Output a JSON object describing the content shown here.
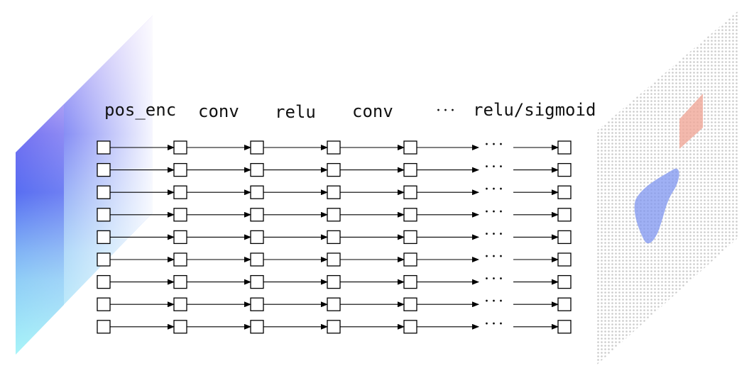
{
  "diagram": {
    "layer_labels": [
      "pos_enc",
      "conv",
      "relu",
      "conv",
      "relu/sigmoid"
    ],
    "ellipsis": "···",
    "row_count": 9,
    "column_count": 7,
    "colors": {
      "input_gradient_top": "#4a55f0",
      "input_gradient_bottom": "#a8f4f8",
      "input_fade": "#c9a6f0",
      "output_dots": "#bdbdbd",
      "output_blob_blue": "#7f95f0",
      "output_blob_red": "#f0a898",
      "line": "#000000"
    }
  }
}
